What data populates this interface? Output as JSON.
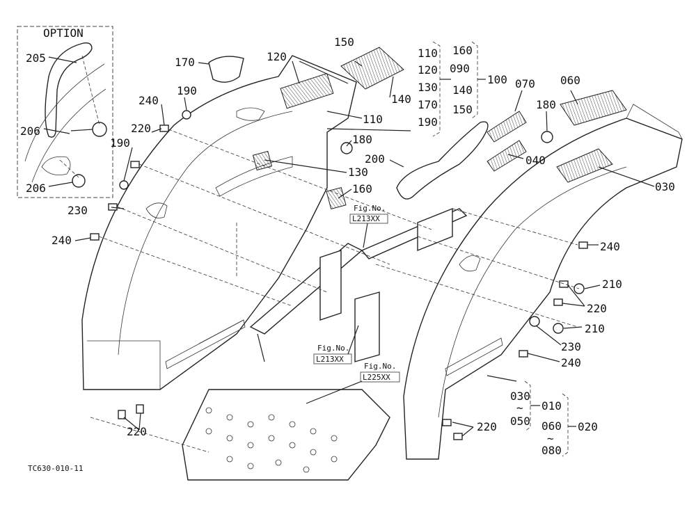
{
  "option_box": {
    "title": "OPTION"
  },
  "labels": {
    "p205": "205",
    "p206a": "206",
    "p206b": "206",
    "p170": "170",
    "p120": "120",
    "p150": "150",
    "p240a": "240",
    "p190a": "190",
    "p220a": "220",
    "p190b": "190",
    "p230a": "230",
    "p240b": "240",
    "p140": "140",
    "p110": "110",
    "p180a": "180",
    "p130": "130",
    "p160": "160",
    "p200": "200",
    "p070": "070",
    "p060": "060",
    "p180b": "180",
    "p040": "040",
    "p030": "030",
    "p240c": "240",
    "p210a": "210",
    "p220b": "220",
    "p210b": "210",
    "p230b": "230",
    "p240d": "240",
    "p220c": "220",
    "p220d": "220"
  },
  "fig_refs": {
    "ref1_a": "Fig.No.",
    "ref1_b": "L213XX",
    "ref2_a": "Fig.No.",
    "ref2_b": "L213XX",
    "ref3_a": "Fig.No.",
    "ref3_b": "L225XX"
  },
  "group_100": {
    "left_col": [
      "110",
      "120",
      "130",
      "170",
      "190"
    ],
    "right_col": [
      "160",
      "090",
      "140",
      "150"
    ],
    "total": "100"
  },
  "group_020": {
    "left_col": [
      "030",
      "~",
      "050"
    ],
    "right_col": [
      "010",
      "060",
      "~",
      "080"
    ],
    "total": "020"
  },
  "drawing_code": "TC630-010-11"
}
